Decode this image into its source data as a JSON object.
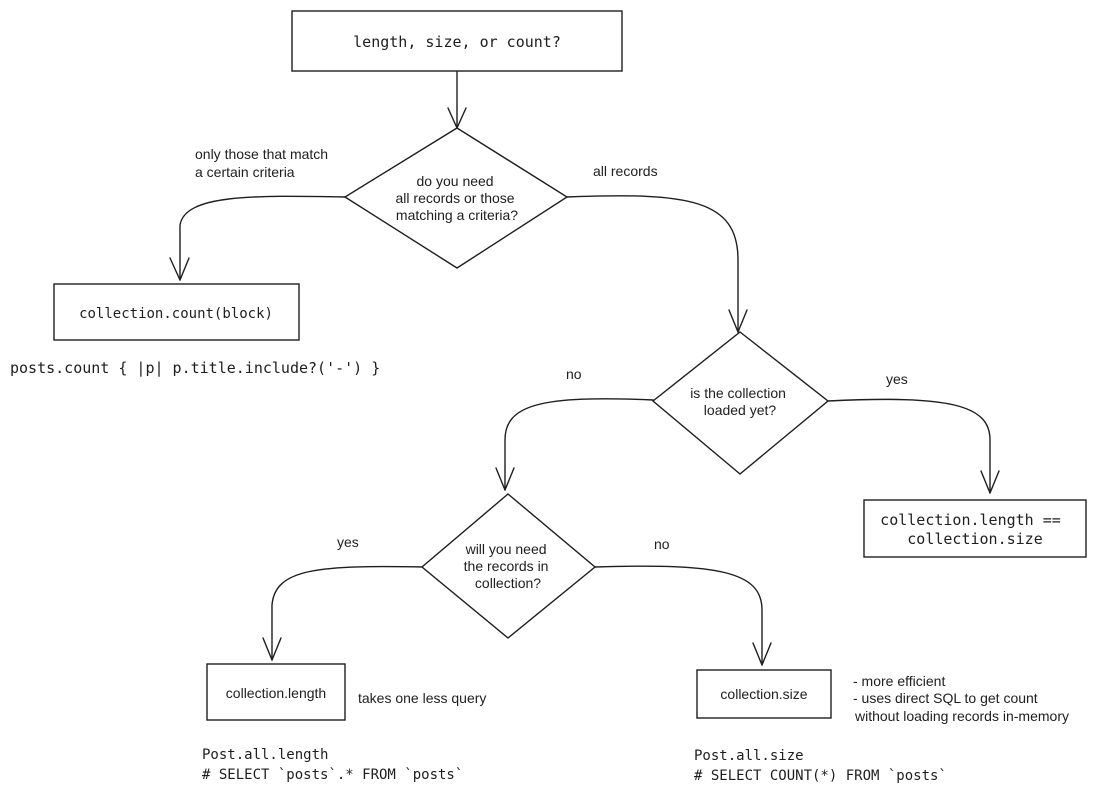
{
  "nodes": {
    "start": "length, size, or count?",
    "decision_criteria": [
      "do you need",
      "all records or those",
      "matching a criteria?"
    ],
    "count_block": "collection.count(block)",
    "count_example": "posts.count { |p| p.title.include?('-') }",
    "decision_loaded": [
      "is the collection",
      "loaded yet?"
    ],
    "length_size": [
      "collection.length ==",
      "collection.size"
    ],
    "decision_need_records": [
      "will you need",
      "the records in",
      "collection?"
    ],
    "length_box": "collection.length",
    "length_note": "takes one less query",
    "length_example": [
      "Post.all.length",
      "# SELECT `posts`.* FROM `posts`"
    ],
    "size_box": "collection.size",
    "size_notes": [
      "- more efficient",
      "- uses direct SQL to get count",
      "without loading records in-memory"
    ],
    "size_example": [
      "Post.all.size",
      "# SELECT COUNT(*) FROM `posts`"
    ]
  },
  "edges": {
    "criteria_only": [
      "only those that match",
      "a certain criteria"
    ],
    "criteria_all": "all records",
    "loaded_no": "no",
    "loaded_yes": "yes",
    "need_yes": "yes",
    "need_no": "no"
  }
}
